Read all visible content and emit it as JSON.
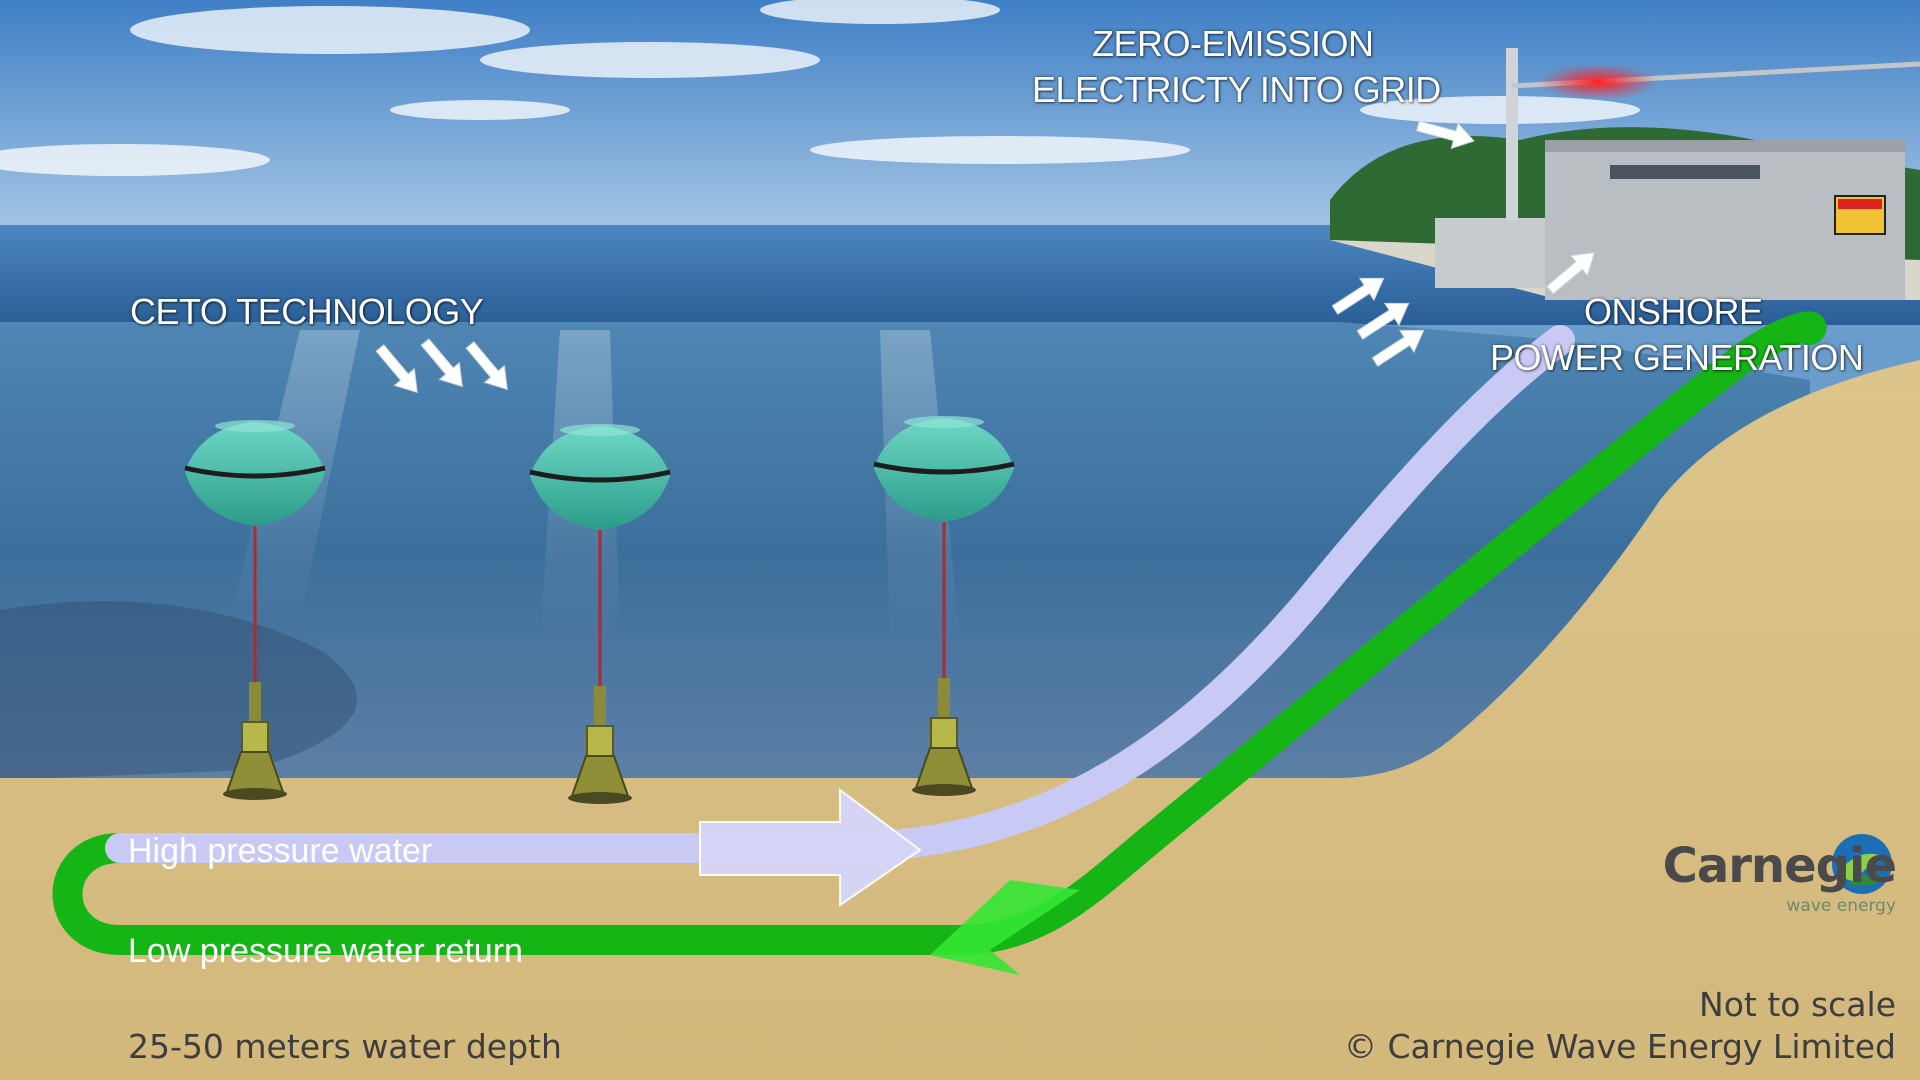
{
  "labels": {
    "grid_line1": "ZERO-EMISSION",
    "grid_line2": "ELECTRICTY INTO GRID",
    "ceto": "CETO TECHNOLOGY",
    "onshore_line1": "ONSHORE",
    "onshore_line2": "POWER GENERATION",
    "high_pressure": "High pressure water",
    "low_pressure": "Low pressure water return",
    "depth": "25-50 meters water depth",
    "scale_note": "Not to scale",
    "copyright": "© Carnegie Wave Energy Limited"
  },
  "brand": {
    "name": "Carnegie",
    "tagline": "wave energy"
  },
  "colors": {
    "high_pressure": "#c8c8f6",
    "low_pressure": "#1ec81e",
    "sand": "#d8bf85",
    "sea": "#2c5f9a",
    "buoy": "#3fb7a3",
    "sky": "#5d94cf"
  },
  "icons": {
    "buoy_unit": "ceto-buoy-unit",
    "logo": "carnegie-swirl-logo",
    "warning": "danger-sign"
  },
  "buoys": [
    {
      "name": "ceto-buoy-1"
    },
    {
      "name": "ceto-buoy-2"
    },
    {
      "name": "ceto-buoy-3"
    }
  ]
}
